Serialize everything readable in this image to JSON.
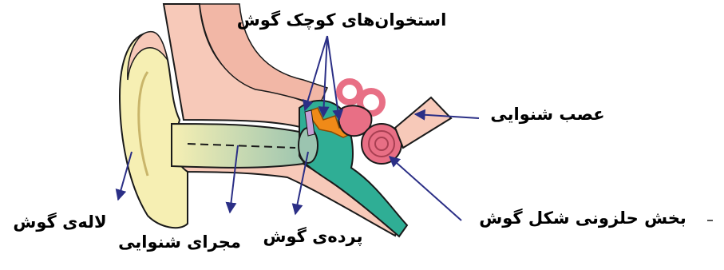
{
  "labels": {
    "ossicles": "استخوان‌های کوچک گوش",
    "auditory_nerve": "عصب شنوایی",
    "cochlea": "بخش حلزونی شکل گوش",
    "eardrum": "پرده‌ی گوش",
    "ear_canal": "مجرای شنوایی",
    "auricle": "لاله‌ی گوش"
  },
  "colors": {
    "skin": "#f7c9b9",
    "auricle": "#f6efb3",
    "canal_start": "#f6efb3",
    "canal_end": "#9bc4b0",
    "middle_ear": "#2fae95",
    "inner_ear": "#e86f85",
    "ossicles": "#f08a18",
    "nerve": "#f7c9b9",
    "arrow": "#2b2f86"
  }
}
